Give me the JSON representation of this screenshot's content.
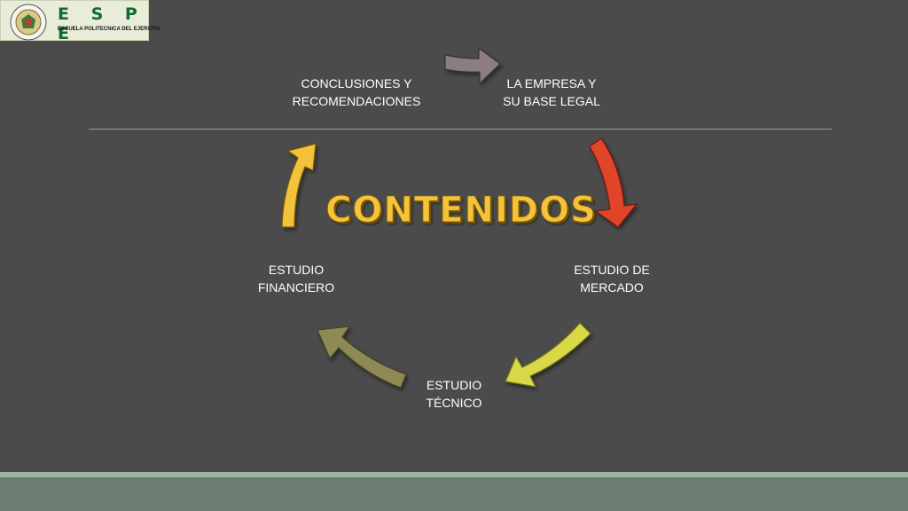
{
  "logo": {
    "name": "E S P E",
    "subtitle": "ESCUELA POLITECNICA DEL EJERCITO"
  },
  "title": "CONTENIDOS",
  "steps": [
    {
      "label": "LA EMPRESA Y\nSU BASE LEGAL"
    },
    {
      "label": "ESTUDIO DE\nMERCADO"
    },
    {
      "label": "ESTUDIO\nTÉCNICO"
    },
    {
      "label": "ESTUDIO\nFINANCIERO"
    },
    {
      "label": "CONCLUSIONES Y\nRECOMENDACIONES"
    }
  ],
  "arrow_colors": [
    "#8a7d83",
    "#e0452c",
    "#d8d84a",
    "#8f8a55",
    "#f2c23a"
  ],
  "colors": {
    "background": "#4b4b4b",
    "title": "#f4c33b",
    "logo_text": "#0f6b2e",
    "footer": "#6a7d70"
  }
}
